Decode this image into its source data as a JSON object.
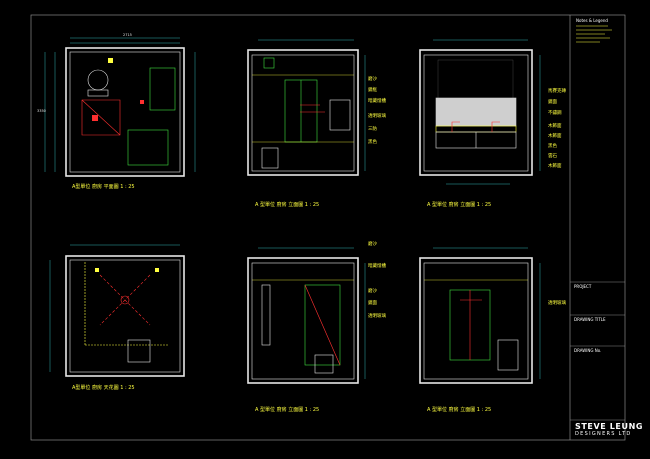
{
  "drawings": {
    "plan": {
      "caption": "A型單位 廚房 平面圖  1 : 25",
      "dims": {
        "top": "2715",
        "left": "3350"
      }
    },
    "elevation_a": {
      "caption": "A 型單位 廚房 立面圖  1 : 25",
      "callouts": [
        "磨沙",
        "鏡框",
        "暗藏燈槽",
        "透明玻璃",
        "三防",
        "黑色"
      ]
    },
    "elevation_b": {
      "caption": "A 型單位 廚房 立面圖  1 : 25",
      "callouts": [
        "馬賽克磚",
        "鏡面",
        "不鏽鋼",
        "木飾面",
        "木飾面",
        "黑色",
        "雲石",
        "木飾面"
      ]
    },
    "ceiling": {
      "caption": "A型單位 廚房 天花圖  1 : 25"
    },
    "elevation_c": {
      "caption": "A 型單位 廚房 立面圖  1 : 25",
      "callouts": [
        "磨沙",
        "暗藏燈槽",
        "磨沙",
        "鏡面",
        "透明玻璃"
      ]
    },
    "elevation_d": {
      "caption": "A 型單位 廚房 立面圖  1 : 25",
      "callouts": [
        "透明玻璃"
      ]
    }
  },
  "title_block": {
    "notes_heading": "Notes & Legend",
    "project_heading": "PROJECT",
    "drawing_title_heading": "DRAWING TITLE",
    "drawing_no_heading": "DRAWING No.",
    "company_name": "STEVE LEUNG",
    "company_sub": "DESIGNERS LTD"
  },
  "colors": {
    "background": "#000000",
    "line_white": "#e6e6e6",
    "line_yellow": "#ffff40",
    "line_red": "#ff3030",
    "line_green": "#40e040",
    "line_cyan": "#40e0e0"
  }
}
